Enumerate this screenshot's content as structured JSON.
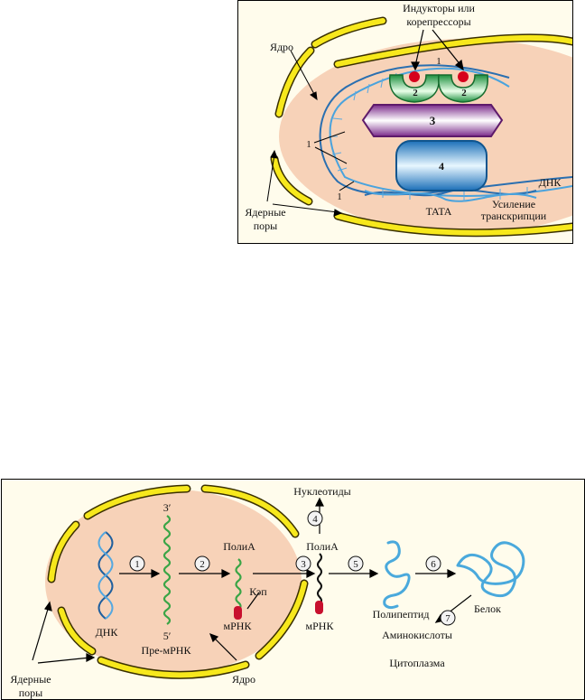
{
  "top_figure": {
    "labels": {
      "inducers": "Индукторы или",
      "corepressors": "корепрессоры",
      "nucleus": "Ядро",
      "nuclear_pores_1": "Ядерные",
      "nuclear_pores_2": "поры",
      "dna": "ДНК",
      "tata": "TATA",
      "enhancement_1": "Усиление",
      "enhancement_2": "транскрипции"
    },
    "numbers": {
      "n1_top": "1",
      "n2_left": "2",
      "n2_right": "2",
      "n3": "3",
      "n4": "4",
      "n1_side": "1",
      "n1_bottom": "1"
    }
  },
  "bottom_figure": {
    "labels": {
      "nucleotides": "Нуклеотиды",
      "poly_a_inner": "ПолиА",
      "poly_a_outer": "ПолиА",
      "cap": "Кэп",
      "mrna_inner": "мРНК",
      "mrna_outer": "мРНК",
      "dna": "ДНК",
      "pre_mrna": "Пре-мРНК",
      "three_prime": "3′",
      "five_prime": "5′",
      "polypeptide": "Полипептид",
      "protein": "Белок",
      "amino_acids": "Аминокислоты",
      "cytoplasm": "Цитоплазма",
      "nucleus": "Ядро",
      "nuclear_pores_1": "Ядерные",
      "nuclear_pores_2": "поры"
    },
    "steps": [
      "1",
      "2",
      "3",
      "4",
      "5",
      "6",
      "7"
    ]
  },
  "colors": {
    "nucleus_fill": "#f7d2b8",
    "envelope": "#f7e81c",
    "dna_blue": "#3a86c8",
    "rna_green": "#3aa546",
    "cap_red": "#c8102e",
    "activator_green": "#2fa84a",
    "mediator_purple": "#9b3fa8",
    "tbp_blue": "#3e9bd6",
    "panel_bg": "#fffcec"
  }
}
